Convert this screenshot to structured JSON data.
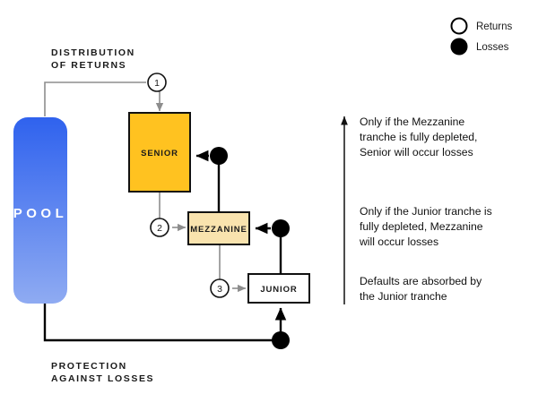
{
  "legend": {
    "items": [
      {
        "icon": "hollow-circle-icon",
        "label": "Returns",
        "fill": "#ffffff",
        "stroke": "#000000"
      },
      {
        "icon": "filled-circle-icon",
        "label": "Losses",
        "fill": "#000000",
        "stroke": "#000000"
      }
    ]
  },
  "captions": {
    "top_line1": "DISTRIBUTION",
    "top_line2": "OF RETURNS",
    "bottom_line1": "PROTECTION",
    "bottom_line2": "AGAINST LOSSES"
  },
  "pool": {
    "label": "POOL",
    "gradient_top": "#2F62EE",
    "gradient_bottom": "#8FABF2"
  },
  "tranches": [
    {
      "name": "senior",
      "label": "SENIOR",
      "fill": "#FFC220"
    },
    {
      "name": "mezzanine",
      "label": "MEZZANINE",
      "fill": "#F9E3AE"
    },
    {
      "name": "junior",
      "label": "JUNIOR",
      "fill": "#FFFFFF"
    }
  ],
  "steps": [
    {
      "number": "1"
    },
    {
      "number": "2"
    },
    {
      "number": "3"
    }
  ],
  "notes": [
    {
      "name": "note-senior",
      "lines": [
        "Only if the Mezzanine",
        "tranche is fully depleted,",
        "Senior will occur losses"
      ]
    },
    {
      "name": "note-mezzanine",
      "lines": [
        "Only if the Junior tranche is",
        "fully depleted, Mezzanine",
        "will occur losses"
      ]
    },
    {
      "name": "note-junior",
      "lines": [
        "Defaults are absorbed by",
        "the Junior tranche"
      ]
    }
  ],
  "colors": {
    "flow_line": "#8d8d8d",
    "loss_line": "#000000",
    "text": "#1a1a1a"
  }
}
